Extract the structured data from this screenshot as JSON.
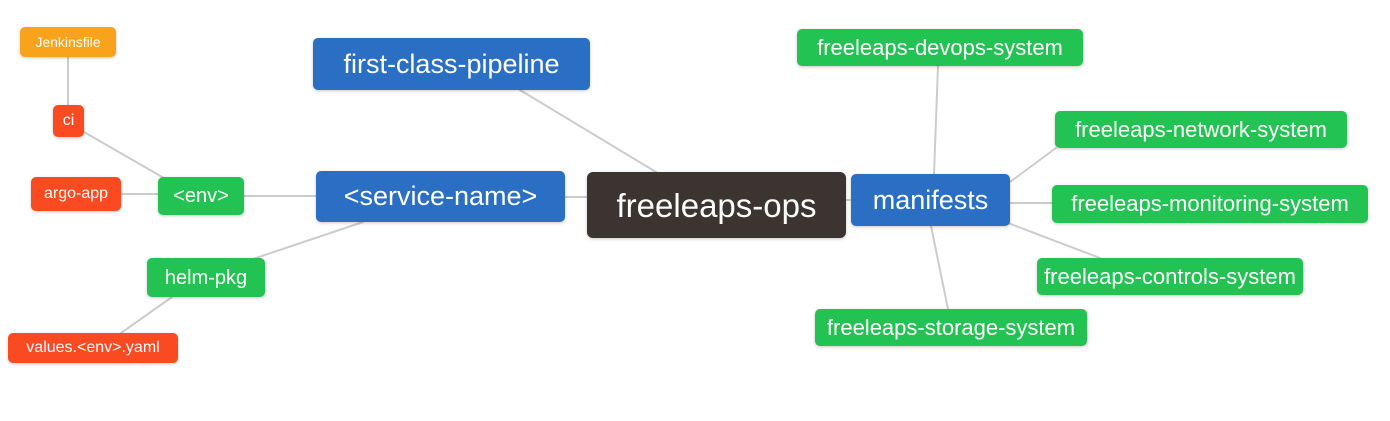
{
  "diagram": {
    "type": "mindmap",
    "root_label": "freeleaps-ops",
    "nodes": [
      {
        "id": "freeleaps-ops",
        "label": "freeleaps-ops",
        "role": "root",
        "color": "dark"
      },
      {
        "id": "first-class-pipeline",
        "label": "first-class-pipeline",
        "role": "branch",
        "color": "blue"
      },
      {
        "id": "service-name",
        "label": "<service-name>",
        "role": "branch",
        "color": "blue"
      },
      {
        "id": "manifests",
        "label": "manifests",
        "role": "branch",
        "color": "blue"
      },
      {
        "id": "env",
        "label": "<env>",
        "role": "child",
        "color": "green"
      },
      {
        "id": "helm-pkg",
        "label": "helm-pkg",
        "role": "child",
        "color": "green"
      },
      {
        "id": "ci",
        "label": "ci",
        "role": "leaf",
        "color": "red"
      },
      {
        "id": "argo-app",
        "label": "argo-app",
        "role": "leaf",
        "color": "red"
      },
      {
        "id": "jenkinsfile",
        "label": "Jenkinsfile",
        "role": "leaf",
        "color": "orange"
      },
      {
        "id": "values-env-yaml",
        "label": "values.<env>.yaml",
        "role": "leaf",
        "color": "red"
      },
      {
        "id": "freeleaps-devops-system",
        "label": "freeleaps-devops-system",
        "role": "child",
        "color": "green"
      },
      {
        "id": "freeleaps-network-system",
        "label": "freeleaps-network-system",
        "role": "child",
        "color": "green"
      },
      {
        "id": "freeleaps-monitoring-system",
        "label": "freeleaps-monitoring-system",
        "role": "child",
        "color": "green"
      },
      {
        "id": "freeleaps-controls-system",
        "label": "freeleaps-controls-system",
        "role": "child",
        "color": "green"
      },
      {
        "id": "freeleaps-storage-system",
        "label": "freeleaps-storage-system",
        "role": "child",
        "color": "green"
      }
    ],
    "edges": [
      {
        "from": "Jenkinsfile",
        "to": "ci"
      },
      {
        "from": "ci",
        "to": "<env>"
      },
      {
        "from": "argo-app",
        "to": "<env>"
      },
      {
        "from": "<env>",
        "to": "<service-name>"
      },
      {
        "from": "helm-pkg",
        "to": "<service-name>"
      },
      {
        "from": "values.<env>.yaml",
        "to": "helm-pkg"
      },
      {
        "from": "first-class-pipeline",
        "to": "freeleaps-ops"
      },
      {
        "from": "<service-name>",
        "to": "freeleaps-ops"
      },
      {
        "from": "freeleaps-ops",
        "to": "manifests"
      },
      {
        "from": "manifests",
        "to": "freeleaps-devops-system"
      },
      {
        "from": "manifests",
        "to": "freeleaps-network-system"
      },
      {
        "from": "manifests",
        "to": "freeleaps-monitoring-system"
      },
      {
        "from": "manifests",
        "to": "freeleaps-controls-system"
      },
      {
        "from": "manifests",
        "to": "freeleaps-storage-system"
      }
    ]
  },
  "colors": {
    "root": "#3B3430",
    "blue": "#2B6FC4",
    "green": "#23C353",
    "red": "#FA4A21",
    "orange": "#F9A21C",
    "edge": "#CCCCCC",
    "text": "#FFFFFF",
    "background": "#FFFFFF"
  }
}
